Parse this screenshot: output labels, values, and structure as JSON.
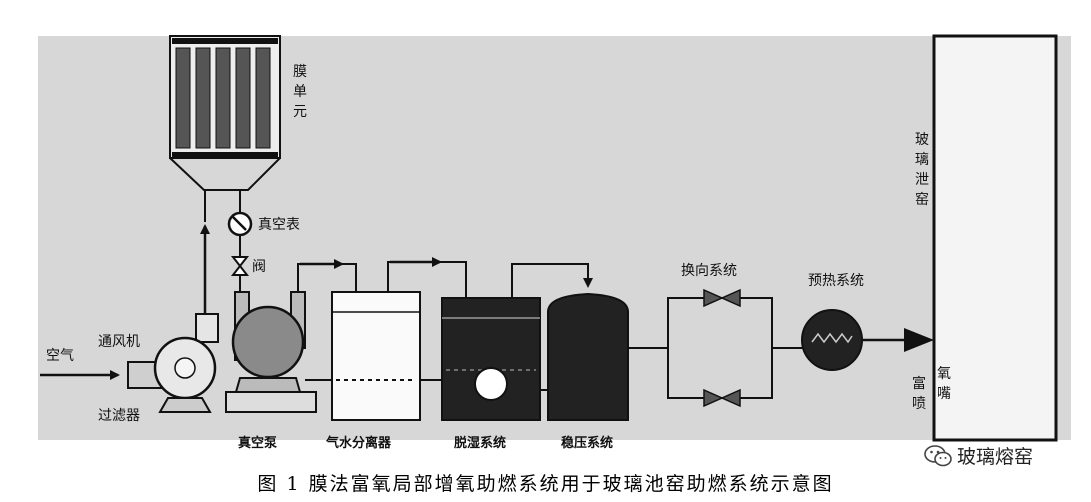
{
  "labels": {
    "membrane_unit": "膜单元",
    "vacuum_gauge": "真空表",
    "valve": "阀",
    "air": "空气",
    "fan": "通风机",
    "filter": "过滤器",
    "vacuum_pump": "真空泵",
    "separator": "气水分离器",
    "dehumidifier": "脱湿系统",
    "stabilizer": "稳压系统",
    "reversing": "换向系统",
    "preheat": "预热系统",
    "kiln": "玻璃泄窑",
    "nozzle_left": "富喷",
    "nozzle_right": "氧嘴"
  },
  "caption": "图 1   膜法富氧局部增氧助燃系统用于玻璃池窑助燃系统示意图",
  "watermark": "玻璃熔窑",
  "icons": [
    "wechat-icon"
  ],
  "colors": {
    "background": "#d7d7d7",
    "ink": "#111111",
    "pump": "#8a8a8a",
    "tank": "#222222"
  }
}
